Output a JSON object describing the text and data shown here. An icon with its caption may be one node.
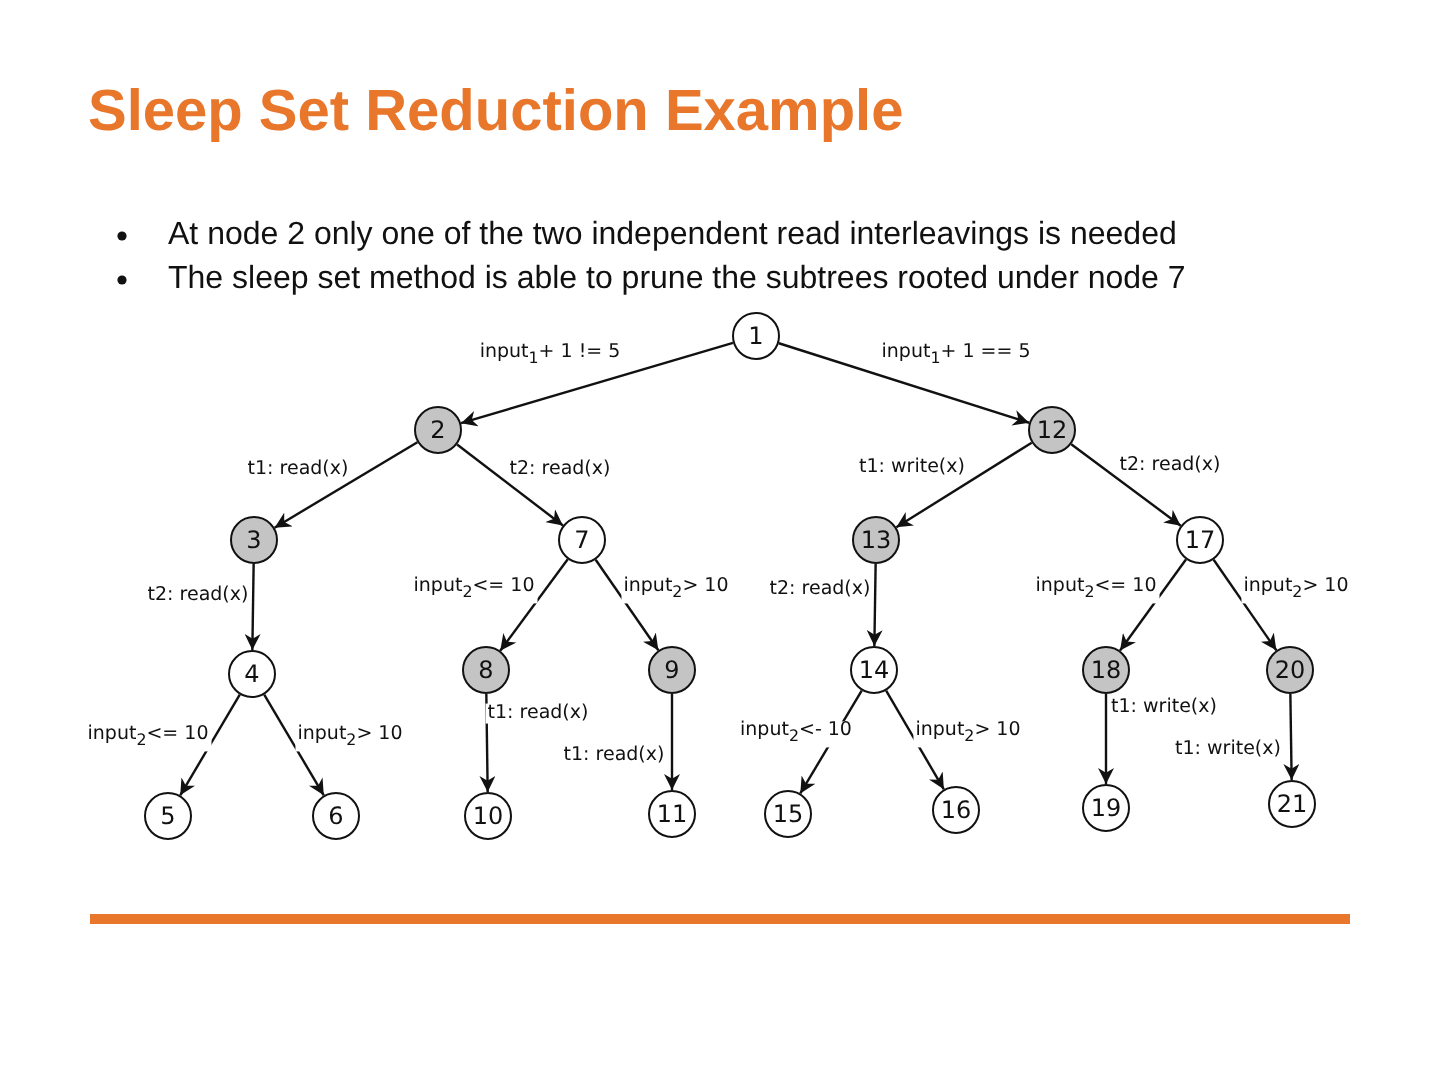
{
  "diagram": {
    "title": "Sleep Set Reduction Example",
    "nodes": [
      {
        "text": [
          "1"
        ]
      },
      {
        "text": [
          "2"
        ]
      },
      {
        "text": [
          "3"
        ]
      },
      {
        "text": [
          "4"
        ]
      },
      {
        "text": [
          "5"
        ]
      },
      {
        "text": [
          "6"
        ]
      },
      {
        "text": [
          "7"
        ]
      },
      {
        "text": [
          "8"
        ]
      },
      {
        "text": [
          "9"
        ]
      },
      {
        "text": [
          "10"
        ]
      },
      {
        "text": [
          "11"
        ]
      },
      {
        "text": [
          "12"
        ]
      },
      {
        "text": [
          "13"
        ]
      },
      {
        "text": [
          "14"
        ]
      },
      {
        "text": [
          "15"
        ]
      },
      {
        "text": [
          "16"
        ]
      },
      {
        "text": [
          "17"
        ]
      },
      {
        "text": [
          "18"
        ]
      },
      {
        "text": [
          "19"
        ]
      },
      {
        "text": [
          "20"
        ]
      },
      {
        "text": [
          "21"
        ]
      }
    ],
    "edges": [
      {
        "from": 0,
        "to": 1,
        "arrow": "to",
        "label": "input$_{1}$+ 1 != 5"
      },
      {
        "from": 0,
        "to": 11,
        "arrow": "to",
        "label": "input$_{1}$+ 1 == 5"
      },
      {
        "from": 1,
        "to": 2,
        "arrow": "to",
        "label": "t1: read(x)"
      },
      {
        "from": 1,
        "to": 6,
        "arrow": "to",
        "label": "t2: read(x)"
      },
      {
        "from": 11,
        "to": 12,
        "arrow": "to",
        "label": "t1: write(x)"
      },
      {
        "from": 11,
        "to": 16,
        "arrow": "to",
        "label": "t2: read(x)"
      },
      {
        "from": 2,
        "to": 3,
        "arrow": "to",
        "label": "t2: read(x)"
      },
      {
        "from": 6,
        "to": 7,
        "arrow": "to",
        "label": "input$_{2}$<= 10"
      },
      {
        "from": 6,
        "to": 8,
        "arrow": "to",
        "label": "input$_{2}$> 10"
      },
      {
        "from": 12,
        "to": 13,
        "arrow": "to",
        "label": "t2: read(x)"
      },
      {
        "from": 16,
        "to": 17,
        "arrow": "to",
        "label": "input$_{2}$<= 10"
      },
      {
        "from": 16,
        "to": 19,
        "arrow": "to",
        "label": "input$_{2}$> 10"
      },
      {
        "from": 3,
        "to": 4,
        "arrow": "to",
        "label": "input$_{2}$<= 10"
      },
      {
        "from": 3,
        "to": 5,
        "arrow": "to",
        "label": "input$_{2}$> 10"
      },
      {
        "from": 7,
        "to": 9,
        "arrow": "to",
        "label": "t1: read(x)"
      },
      {
        "from": 8,
        "to": 10,
        "arrow": "to",
        "label": "t1: read(x)"
      },
      {
        "from": 13,
        "to": 14,
        "arrow": "to",
        "label": "input$_{2}$<- 10"
      },
      {
        "from": 13,
        "to": 15,
        "arrow": "to",
        "label": "input$_{2}$> 10"
      },
      {
        "from": 17,
        "to": 18,
        "arrow": "to",
        "label": "t1: write(x)"
      },
      {
        "from": 19,
        "to": 20,
        "arrow": "to",
        "label": "t1: write(x)"
      }
    ],
    "labels": [
      "At node 2 only one of the two independent read interleavings is needed",
      "The sleep set method is able to prune the subtrees rooted under node 7"
    ]
  }
}
